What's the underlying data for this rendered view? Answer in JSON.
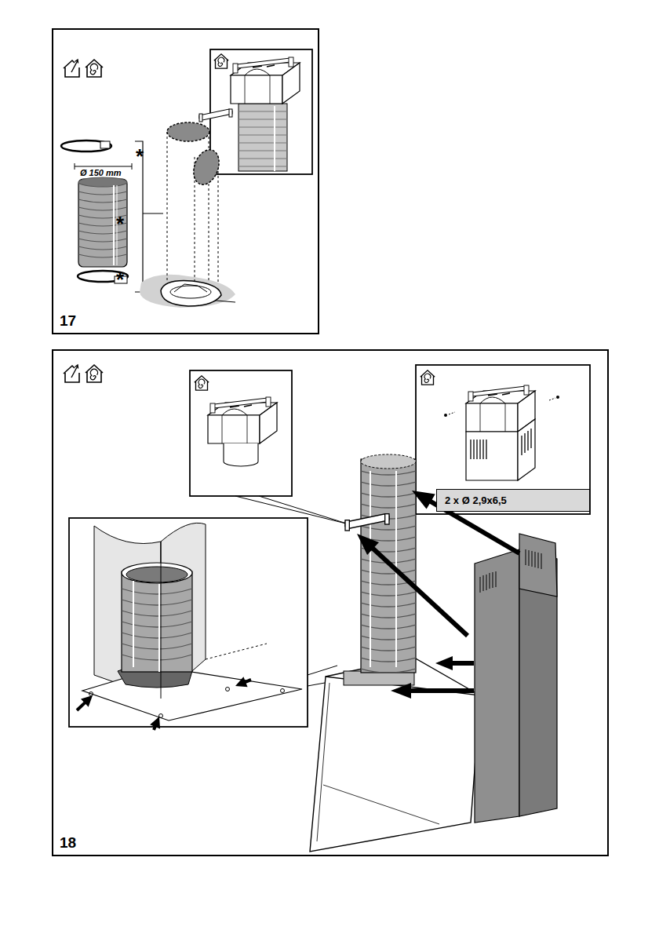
{
  "diagram": {
    "nodes": [
      {
        "text": [
          "17"
        ]
      },
      {
        "text": [
          "18"
        ]
      },
      {
        "text": [
          "2 x Ø 2,9x6,5"
        ],
        "in": 1
      }
    ],
    "labels": [
      "Ø 150 mm",
      "*",
      "*",
      "*"
    ]
  }
}
